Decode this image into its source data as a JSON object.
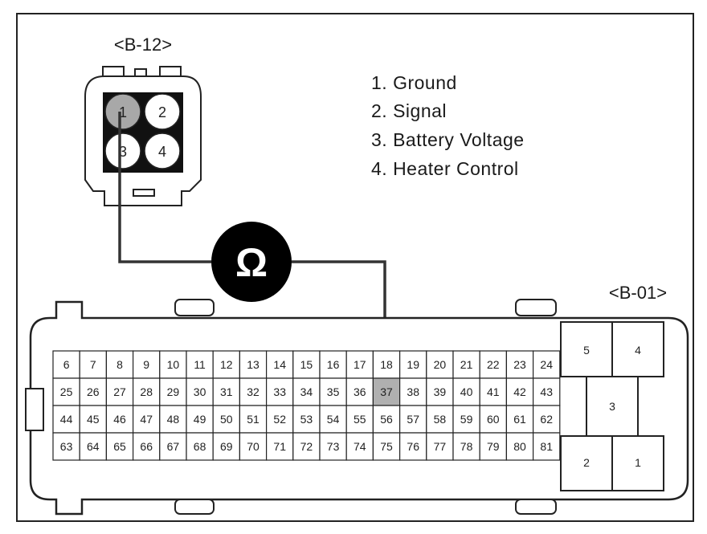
{
  "connector_b12": {
    "title": "<B-12>",
    "pins": [
      "1",
      "2",
      "3",
      "4"
    ]
  },
  "legend": {
    "items": [
      "1. Ground",
      "2. Signal",
      "3. Battery Voltage",
      "4. Heater Control"
    ],
    "highlight_color": "#8c8c8c"
  },
  "meter": {
    "symbol": "Ω"
  },
  "connector_b01": {
    "title": "<B-01>",
    "rows": [
      [
        "6",
        "7",
        "8",
        "9",
        "10",
        "11",
        "12",
        "13",
        "14",
        "15",
        "16",
        "17",
        "18",
        "19",
        "20",
        "21",
        "22",
        "23",
        "24"
      ],
      [
        "25",
        "26",
        "27",
        "28",
        "29",
        "30",
        "31",
        "32",
        "33",
        "34",
        "35",
        "36",
        "37",
        "38",
        "39",
        "40",
        "41",
        "42",
        "43"
      ],
      [
        "44",
        "45",
        "46",
        "47",
        "48",
        "49",
        "50",
        "51",
        "52",
        "53",
        "54",
        "55",
        "56",
        "57",
        "58",
        "59",
        "60",
        "61",
        "62"
      ],
      [
        "63",
        "64",
        "65",
        "66",
        "67",
        "68",
        "69",
        "70",
        "71",
        "72",
        "73",
        "74",
        "75",
        "76",
        "77",
        "78",
        "79",
        "80",
        "81"
      ]
    ],
    "highlighted_pin": "37",
    "big_pins": [
      "5",
      "4",
      "3",
      "2",
      "1"
    ]
  },
  "colors": {
    "pin_highlight": "#b0b0b0",
    "line": "#333333"
  }
}
